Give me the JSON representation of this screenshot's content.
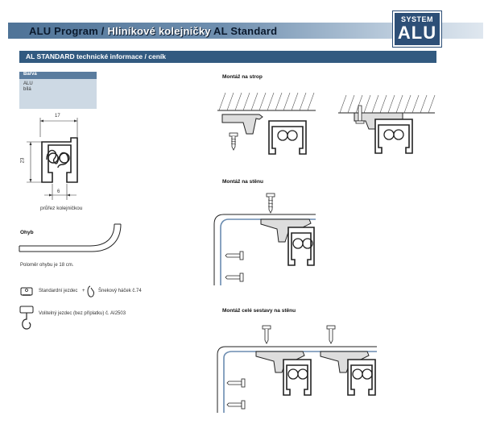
{
  "header": {
    "title_part1": "ALU Program / ",
    "title_part2": "Hliníkové kolejničky",
    "title_part3": " AL Standard",
    "logo_top": "SYSTEM",
    "logo_bottom": "ALU"
  },
  "section": {
    "title": "AL STANDARD technické informace / ceník"
  },
  "color": {
    "heading": "Barva",
    "lines": [
      "ALU",
      "bílá"
    ]
  },
  "profile": {
    "dim_width": "17",
    "dim_height": "23",
    "dim_gap": "6",
    "caption": "průřez kolejničkou"
  },
  "bend": {
    "heading": "Ohyb",
    "note": "Poloměr ohybu je 18 cm."
  },
  "accessories": {
    "standard": "Standardní jezdec",
    "plus": "+",
    "hook": "Šnekový háček č.74",
    "optional": "Volitelný jezdec (bez příplatku) č. AI2503"
  },
  "mounting": {
    "ceiling": "Montáž na strop",
    "wall": "Montáž na stěnu",
    "full": "Montáž celé sestavy na stěnu"
  }
}
